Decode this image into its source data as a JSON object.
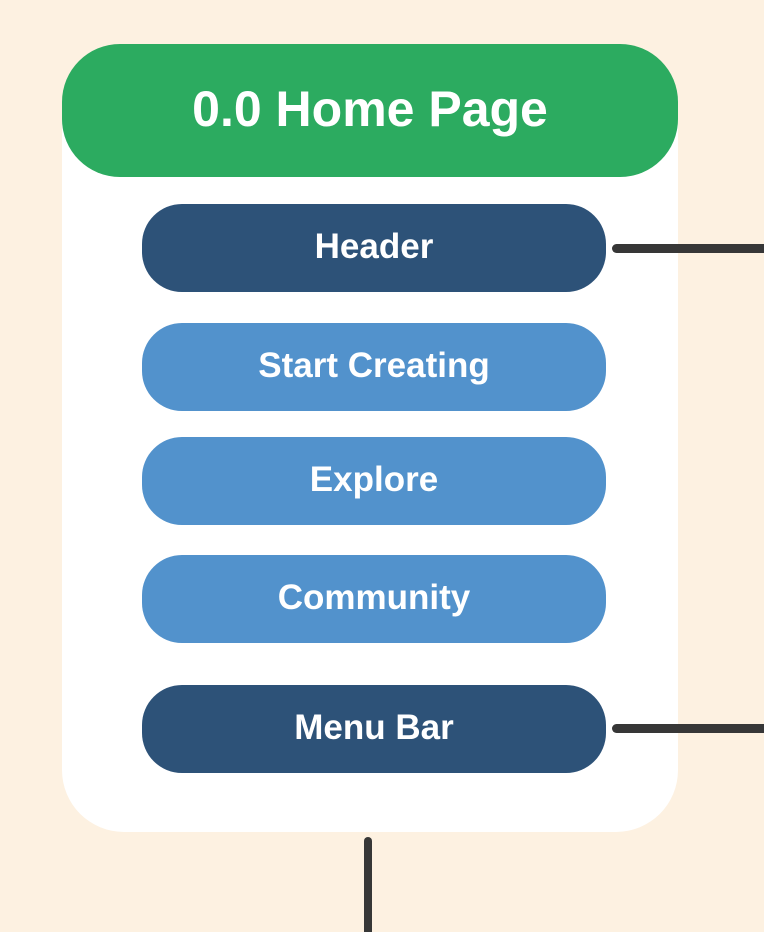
{
  "diagram": {
    "background_color": "#fdf1e1",
    "card_color": "#ffffff",
    "connector_color": "#373737",
    "text_color": "#ffffff",
    "title": {
      "label": "0.0 Home Page",
      "color": "#2cab60"
    },
    "nodes": [
      {
        "label": "Header",
        "variant": "dark",
        "color": "#2d5278"
      },
      {
        "label": "Start Creating",
        "variant": "light",
        "color": "#5292cc"
      },
      {
        "label": "Explore",
        "variant": "light",
        "color": "#5292cc"
      },
      {
        "label": "Community",
        "variant": "light",
        "color": "#5292cc"
      },
      {
        "label": "Menu Bar",
        "variant": "dark",
        "color": "#2d5278"
      }
    ],
    "connectors": [
      {
        "from": "Header",
        "direction": "right"
      },
      {
        "from": "Menu Bar",
        "direction": "right"
      },
      {
        "from": "card",
        "direction": "down"
      }
    ]
  }
}
